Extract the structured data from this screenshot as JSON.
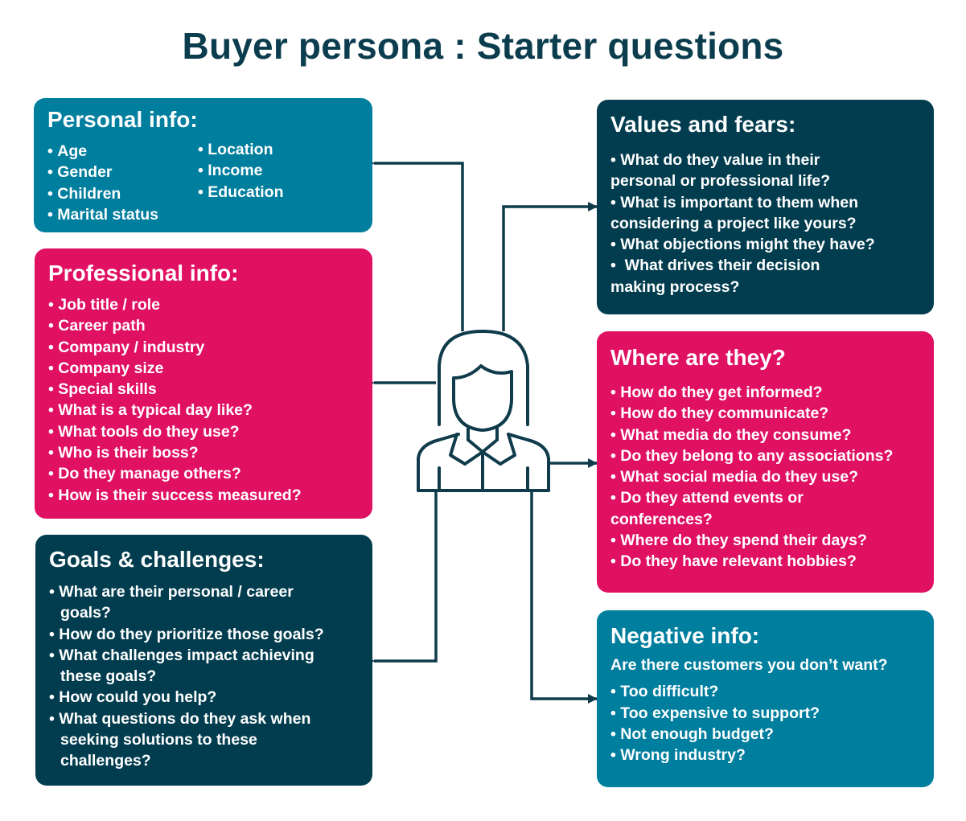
{
  "title": "Buyer persona : Starter questions",
  "colors": {
    "title": "#0c3d4e",
    "teal": "#007e9e",
    "pink": "#e01063",
    "navy": "#023d4f",
    "connector": "#0f3b4b"
  },
  "persona_icon": "person-icon",
  "personal": {
    "heading": "Personal info:",
    "col1": [
      "Age",
      "Gender",
      "Children",
      "Marital status"
    ],
    "col2": [
      "Location",
      "Income",
      "Education"
    ]
  },
  "professional": {
    "heading": "Professional info:",
    "items": [
      "Job title / role",
      "Career path",
      "Company / industry",
      "Company size",
      "Special skills",
      "What is a typical day like?",
      "What tools do they use?",
      "Who is their boss?",
      "Do they manage others?",
      "How is their success measured?"
    ]
  },
  "goals": {
    "heading": "Goals & challenges:",
    "items": [
      "What are their personal / career",
      "goals?",
      "How do they prioritize those goals?",
      "What challenges impact achieving",
      "these goals?",
      "How could you help?",
      "What questions do they ask when",
      "seeking solutions to these",
      "challenges?"
    ]
  },
  "values": {
    "heading": "Values and fears:",
    "items": [
      "What do they value in their",
      "personal or professional life?",
      "What is important to them when",
      "considering a project like yours?",
      "What objections might they have?",
      " What drives their decision",
      "making process?"
    ]
  },
  "where": {
    "heading": "Where are they?",
    "items": [
      "How do they get informed?",
      "How do they communicate?",
      "What media do they consume?",
      "Do they belong to any associations?",
      "What social media do they use?",
      "Do they attend events or",
      "conferences?",
      "Where do they spend their days?",
      "Do they have relevant hobbies?"
    ]
  },
  "negative": {
    "heading": "Negative info:",
    "question": "Are there customers you don’t want?",
    "items": [
      "Too difficult?",
      "Too expensive to support?",
      "Not enough budget?",
      "Wrong industry?"
    ]
  }
}
